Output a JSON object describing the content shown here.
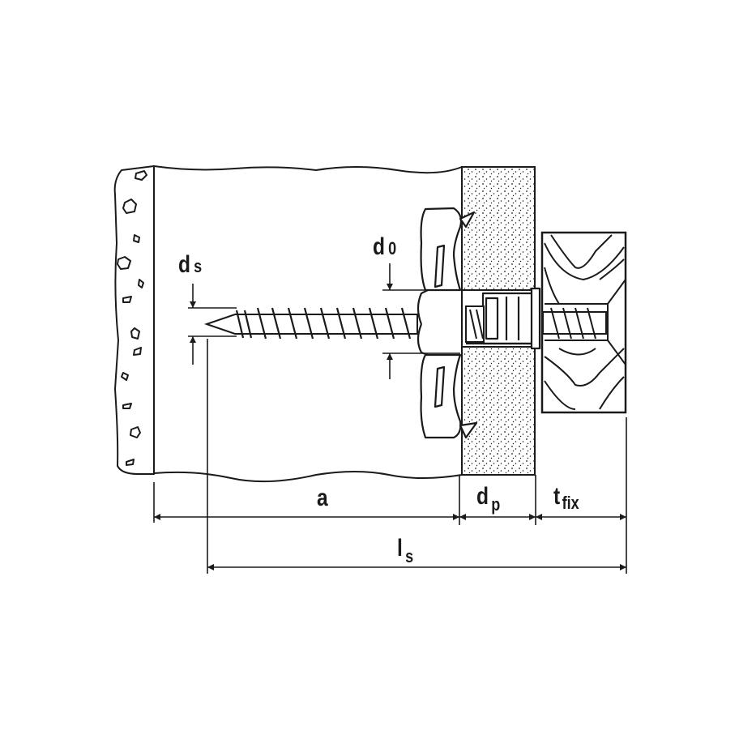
{
  "diagram": {
    "type": "technical-installation-drawing",
    "subject": "cavity wall anchor with screw fixing timber through panel",
    "colors": {
      "line": "#1a1a1a",
      "background": "#ffffff"
    },
    "labels": {
      "ds": {
        "main": "d",
        "sub": "s"
      },
      "d0": {
        "main": "d",
        "sub": "0"
      },
      "a": {
        "main": "a"
      },
      "dp": {
        "main": "d",
        "sub": "p"
      },
      "tfix": {
        "main": "t",
        "sub": "fix"
      },
      "ls": {
        "main": "l",
        "sub": "s"
      }
    },
    "components": [
      "base-wall",
      "cavity",
      "panel-board",
      "anchor",
      "screw",
      "timber-fixture"
    ]
  }
}
